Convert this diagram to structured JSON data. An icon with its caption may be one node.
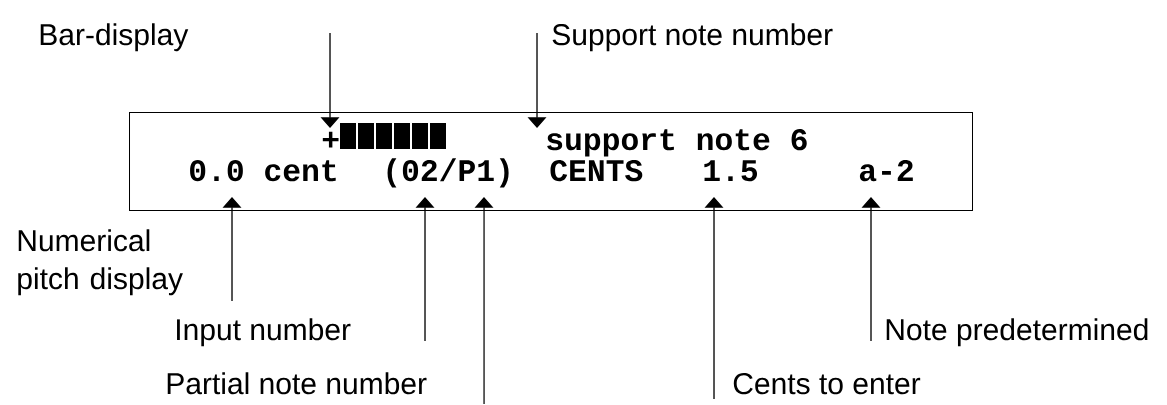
{
  "diagram": {
    "nodes": [
      {
        "text": [],
        "shape": "box"
      },
      {
        "text": [
          "+"
        ],
        "in": 0
      },
      {
        "text": [],
        "shape": "bar",
        "in": 0
      },
      {
        "text": [
          "support note 6"
        ],
        "in": 0
      },
      {
        "text": [
          "0.0 cent"
        ],
        "in": 0
      },
      {
        "text": [
          "(02/P1)"
        ],
        "in": 0
      },
      {
        "text": [
          "CENTS"
        ],
        "in": 0
      },
      {
        "text": [
          "1.5"
        ],
        "in": 0
      },
      {
        "text": [
          "a-2"
        ],
        "in": 0
      }
    ],
    "edges": [
      {
        "from": null,
        "to": 1,
        "arrow": "to"
      },
      {
        "from": null,
        "to": 3,
        "arrow": "to"
      },
      {
        "from": null,
        "to": 4,
        "arrow": "to"
      },
      {
        "from": null,
        "to": 5,
        "arrow": "to"
      },
      {
        "from": null,
        "to": 5,
        "arrow": "to"
      },
      {
        "from": null,
        "to": 7,
        "arrow": "to"
      },
      {
        "from": null,
        "to": 8,
        "arrow": "to"
      }
    ],
    "labels": [
      "Bar-display",
      "Support note number",
      "Numerical pitch display",
      "Input number",
      "Note predetermined",
      "Partial note number",
      "Cents to enter"
    ]
  }
}
